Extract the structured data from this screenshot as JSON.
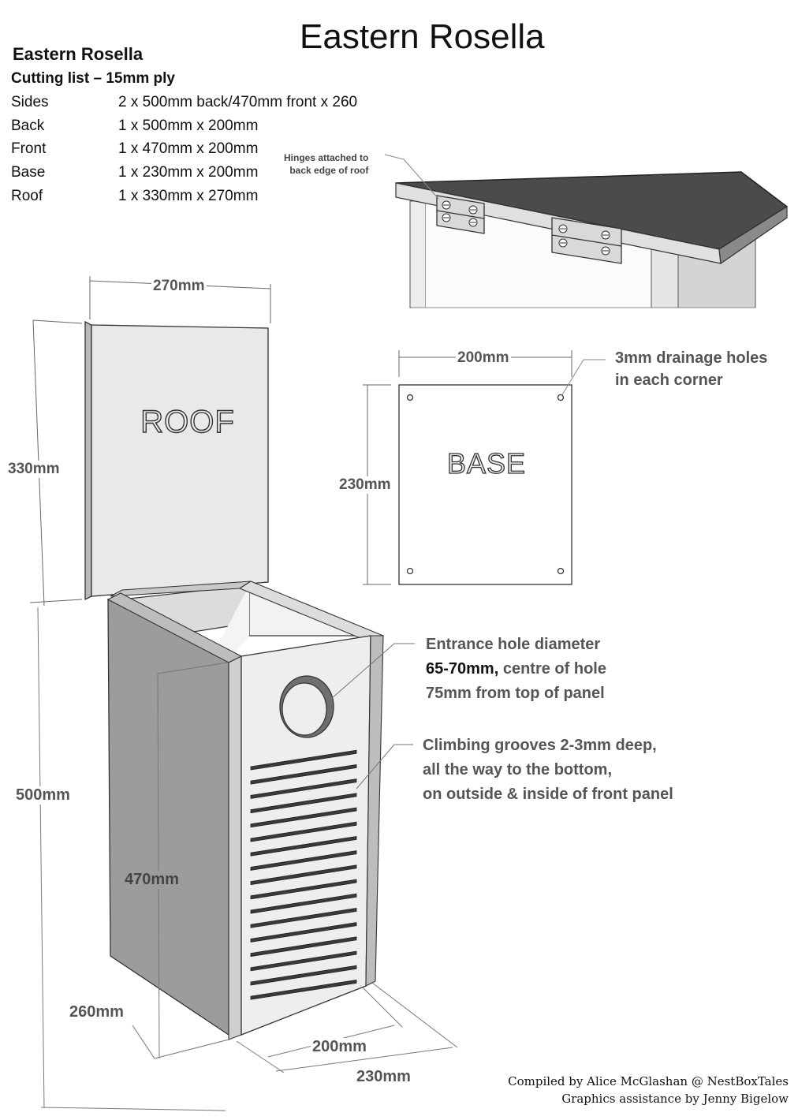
{
  "title": "Eastern Rosella",
  "cutting_list": {
    "heading": "Eastern Rosella",
    "subheading": "Cutting list – 15mm ply",
    "rows": [
      {
        "part": "Sides",
        "spec": "2 x 500mm back/470mm front x 260"
      },
      {
        "part": "Back",
        "spec": "1 x 500mm x 200mm"
      },
      {
        "part": "Front",
        "spec": "1 x 470mm x 200mm"
      },
      {
        "part": "Base",
        "spec": "1 x 230mm x 200mm"
      },
      {
        "part": "Roof",
        "spec": "1 x 330mm x 270mm"
      }
    ]
  },
  "hinge_detail": {
    "note_line1": "Hinges attached to",
    "note_line2": "back edge of roof"
  },
  "roof_panel": {
    "label": "ROOF",
    "width": "270mm",
    "length": "330mm"
  },
  "base_panel": {
    "label": "BASE",
    "width": "200mm",
    "length": "230mm",
    "drainage_line1": "3mm drainage holes",
    "drainage_line2": "in each corner"
  },
  "box": {
    "back_height": "500mm",
    "front_height": "470mm",
    "side_depth": "260mm",
    "front_width": "200mm",
    "base_width": "230mm"
  },
  "entrance_note": {
    "line1": "Entrance hole diameter",
    "line2_bold": "65-70mm,",
    "line2_rest": " centre of hole",
    "line3": "75mm from top of panel"
  },
  "grooves_note": {
    "line1": "Climbing grooves 2-3mm deep,",
    "line2": "all the way to the bottom,",
    "line3": "on outside & inside of front panel"
  },
  "credits": {
    "line1": "Compiled by Alice McGlashan @ NestBoxTales",
    "line2": "Graphics assistance by Jenny Bigelow"
  },
  "colors": {
    "panel_light": "#e9e9e9",
    "panel_side": "#9c9c9c",
    "roof_top": "#4a4a4a",
    "dimension_text": "#555555"
  }
}
